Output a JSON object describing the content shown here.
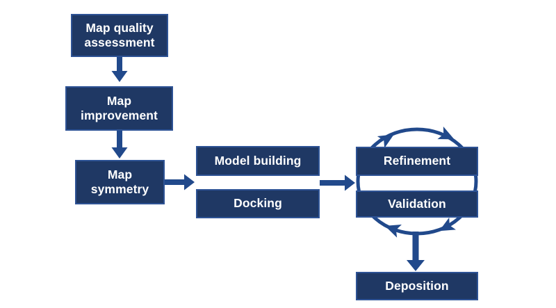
{
  "diagram": {
    "type": "flowchart",
    "background": "workflow diagram on white background"
  },
  "boxes": {
    "map_quality": {
      "label": "Map quality assessment"
    },
    "map_improvement": {
      "label": "Map improvement"
    },
    "map_symmetry": {
      "label": "Map symmetry"
    },
    "model_building": {
      "label": "Model building"
    },
    "docking": {
      "label": "Docking"
    },
    "refinement": {
      "label": "Refinement"
    },
    "validation": {
      "label": "Validation"
    },
    "deposition": {
      "label": "Deposition"
    }
  },
  "connectors": [
    {
      "from": "Map quality assessment",
      "to": "Map improvement",
      "direction": "down",
      "icon": "arrow-down-icon"
    },
    {
      "from": "Map improvement",
      "to": "Map symmetry",
      "direction": "down",
      "icon": "arrow-down-icon"
    },
    {
      "from": "Map symmetry",
      "to": "Model building / Docking",
      "direction": "right",
      "icon": "arrow-right-icon"
    },
    {
      "from": "Model building / Docking",
      "to": "Refinement / Validation",
      "direction": "right",
      "icon": "arrow-right-icon"
    },
    {
      "from": "Refinement / Validation cycle",
      "to": "Deposition",
      "direction": "down",
      "icon": "arrow-down-icon"
    }
  ],
  "cycle": {
    "around": [
      "Refinement",
      "Validation"
    ],
    "direction": "clockwise",
    "arrowhead_count": 4,
    "icon": "cycle-arrows-icon"
  },
  "colors": {
    "background": "#FFFFFF",
    "box_fill": "#1F3864",
    "box_border": "#2E5395",
    "arrow": "#21498B",
    "label_text": "#FFFFFF"
  }
}
